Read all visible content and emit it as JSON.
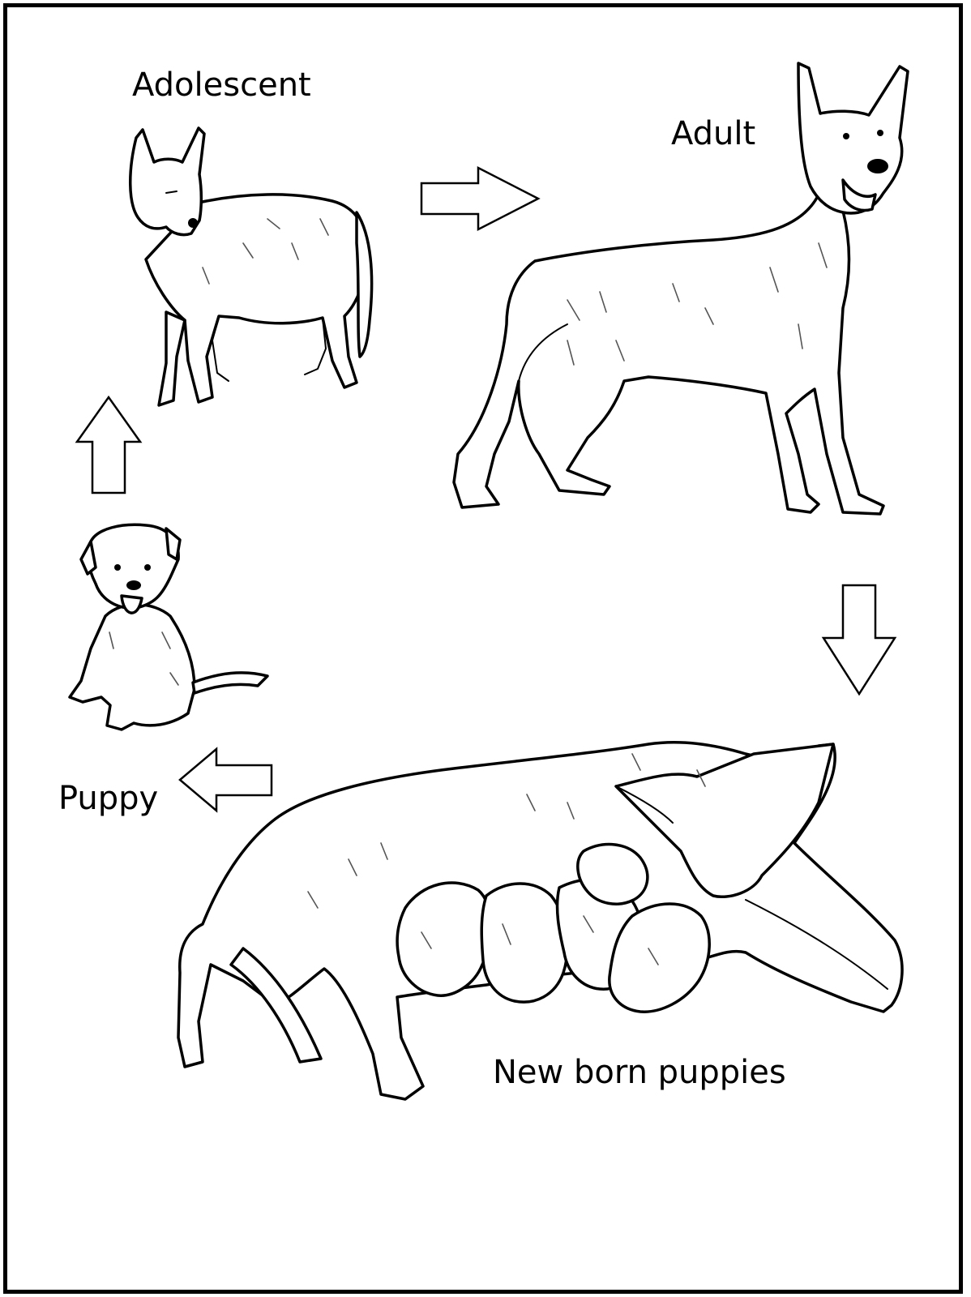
{
  "diagram": {
    "labels": {
      "adolescent": "Adolescent",
      "adult": "Adult",
      "puppy": "Puppy",
      "newborn": "New born puppies"
    },
    "stages": [
      "adolescent-dog",
      "adult-dog",
      "mother-with-newborn-puppies",
      "puppy"
    ],
    "arrows": [
      "right",
      "down",
      "left",
      "up"
    ]
  }
}
